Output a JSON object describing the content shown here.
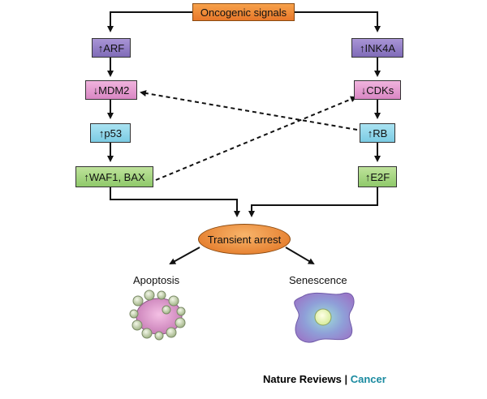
{
  "diagram": {
    "source": "Oncogenic signals",
    "left_path": [
      "↑ARF",
      "↓MDM2",
      "↑p53",
      "↑WAF1, BAX"
    ],
    "right_path": [
      "↑INK4A",
      "↓CDKs",
      "↑RB",
      "↑E2F"
    ],
    "outcome": "Transient arrest",
    "fates": [
      "Apoptosis",
      "Senescence"
    ]
  },
  "credit": {
    "publisher": "Nature Reviews",
    "separator": "|",
    "journal": "Cancer"
  },
  "colors": {
    "source": "#ee8a36",
    "arf_ink4a": "#9a86cc",
    "mdm2_cdks": "#e6a0d2",
    "p53_rb": "#93d7ec",
    "waf1_e2f": "#a9d884",
    "transient_arrest": "#ec8230",
    "journal": "#1a8aa0"
  }
}
